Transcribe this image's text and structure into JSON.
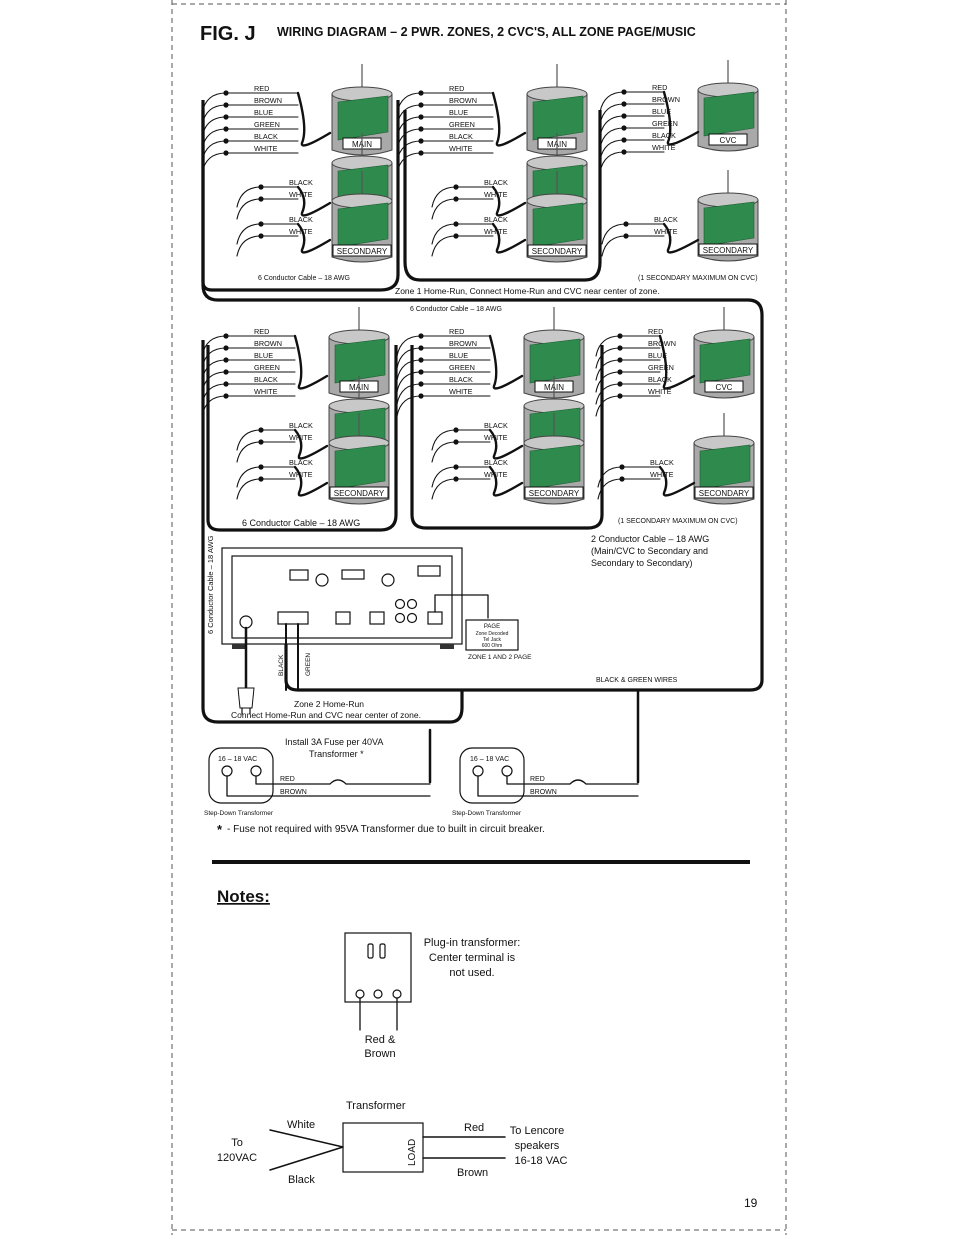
{
  "figure": {
    "fig_label": "FIG. J",
    "title": "WIRING DIAGRAM – 2 PWR. ZONES, 2 CVC'S, ALL ZONE PAGE/MUSIC"
  },
  "wire_labels": [
    "RED",
    "BROWN",
    "BLUE",
    "GREEN",
    "BLACK",
    "WHITE"
  ],
  "secondary_wire_labels": [
    "BLACK",
    "WHITE"
  ],
  "speaker_labels": {
    "main": "MAIN",
    "secondary": "SECONDARY",
    "cvc": "CVC"
  },
  "zone1": {
    "cable_label": "6 Conductor Cable – 18 AWG",
    "secondary_max_note": "(1 SECONDARY MAXIMUM ON CVC)",
    "home_run_note": "Zone 1 Home-Run,  Connect Home-Run and CVC near center of zone.",
    "link_cable_label": "6 Conductor Cable – 18 AWG"
  },
  "zone2": {
    "cable_label": "6 Conductor Cable – 18 AWG",
    "secondary_max_note": "(1 SECONDARY MAXIMUM ON CVC)",
    "two_conductor_note": [
      "2 Conductor Cable – 18 AWG",
      "(Main/CVC to Secondary and",
      "Secondary to Secondary)"
    ],
    "vertical_cable_label": "6 Conductor Cable – 18 AWG",
    "home_run_note": [
      "Zone 2 Home-Run",
      "Connect Home-Run and CVC near center of zone."
    ]
  },
  "amplifier": {
    "page_box": [
      "PAGE",
      "Zone Decoded",
      "Tel Jack",
      "600 Ohm"
    ],
    "page_caption": "ZONE 1 AND 2 PAGE",
    "black_wire": "BLACK",
    "green_wire": "GREEN",
    "black_green_note": "BLACK & GREEN WIRES"
  },
  "transformers": {
    "fuse_note": [
      "Install 3A Fuse per 40VA",
      "Transformer *"
    ],
    "vac_label": "16 – 18 VAC",
    "red": "RED",
    "brown": "BROWN",
    "step_down_label": "Step-Down Transformer",
    "footnote": "- Fuse not required with 95VA Transformer due to built in circuit breaker.",
    "footnote_star": "*"
  },
  "notes": {
    "heading": "Notes:",
    "plugin_text": [
      "Plug-in transformer:",
      "Center terminal is",
      "not used."
    ],
    "red_brown": [
      "Red &",
      "Brown"
    ],
    "transformer_title": "Transformer",
    "white": "White",
    "black": "Black",
    "to_120": [
      "To",
      "120VAC"
    ],
    "load": "LOAD",
    "red": "Red",
    "brown": "Brown",
    "to_speakers": [
      "To Lencore",
      "speakers",
      "16-18 VAC"
    ]
  },
  "page_number": "19",
  "colors": {
    "speaker_body": "#a9a9a9",
    "speaker_label_green": "#2f8a4d",
    "ink": "#111111"
  }
}
